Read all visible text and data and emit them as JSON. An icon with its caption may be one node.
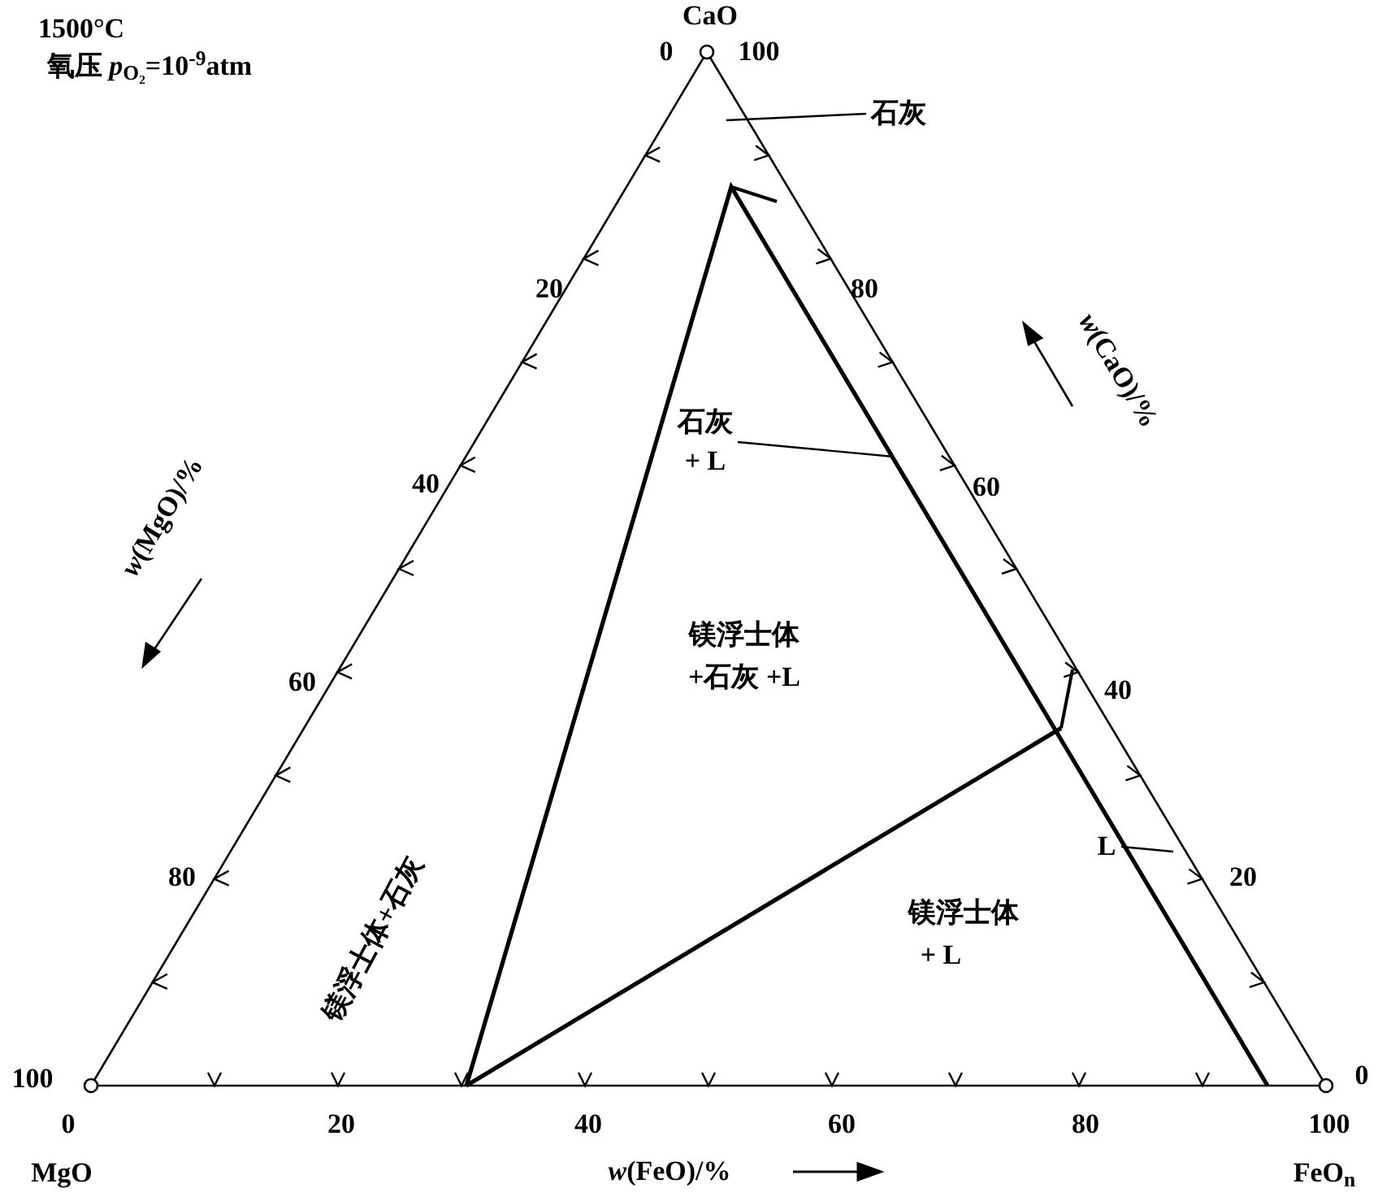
{
  "diagram": {
    "nodes": [
      {
        "text": [
          "石灰"
        ]
      },
      {
        "text": [
          "石灰 + L"
        ]
      },
      {
        "text": [
          "L"
        ]
      }
    ],
    "edges": [
      {
        "from": 0,
        "to": null,
        "arrow": "none"
      },
      {
        "from": 1,
        "to": null,
        "arrow": "none"
      },
      {
        "from": 2,
        "to": null,
        "arrow": "none"
      }
    ],
    "labels": [
      "1500°C",
      "氧压 *p*$_{O₂}$=10$^{-9}$atm",
      "CaO",
      "0",
      "100",
      "20",
      "80",
      "40",
      "60",
      "*w*(MgO)/%",
      "*w*(CaO)/%",
      "60",
      "镁浮士体 +石灰 +L",
      "40",
      "镁浮士体+石灰",
      "80",
      "20",
      "镁浮士体 + L",
      "100",
      "0",
      "0",
      "20",
      "40",
      "60",
      "80",
      "100",
      "MgO",
      "*w*(FeO)/%",
      "FeO$_{n}$"
    ]
  }
}
